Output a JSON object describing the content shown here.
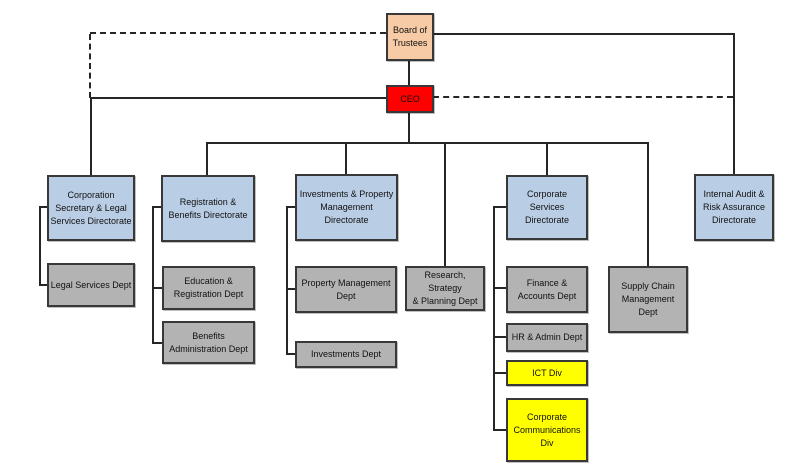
{
  "nodes": {
    "board": {
      "label": "Board of\nTrustees",
      "type": "board"
    },
    "ceo": {
      "label": "CEO",
      "type": "ceo"
    },
    "corpsec": {
      "label": "Corporation\nSecretary & Legal\nServices Directorate",
      "type": "directorate"
    },
    "legal": {
      "label": "Legal Services Dept",
      "type": "department"
    },
    "regben": {
      "label": "Registration &\nBenefits Directorate",
      "type": "directorate"
    },
    "edureg": {
      "label": "Education &\nRegistration Dept",
      "type": "department"
    },
    "benadmin": {
      "label": "Benefits\nAdministration Dept",
      "type": "department"
    },
    "invprop": {
      "label": "Investments & Property\nManagement\nDirectorate",
      "type": "directorate"
    },
    "propmgmt": {
      "label": "Property Management\nDept",
      "type": "department"
    },
    "invdept": {
      "label": "Investments Dept",
      "type": "department"
    },
    "research": {
      "label": "Research, Strategy\n& Planning Dept",
      "type": "department"
    },
    "corpserv": {
      "label": "Corporate\nServices\nDirectorate",
      "type": "directorate"
    },
    "finance": {
      "label": "Finance &\nAccounts Dept",
      "type": "department"
    },
    "hr": {
      "label": "HR & Admin Dept",
      "type": "department"
    },
    "ict": {
      "label": "ICT Div",
      "type": "division"
    },
    "corpcomm": {
      "label": "Corporate\nCommunications\nDiv",
      "type": "division"
    },
    "supply": {
      "label": "Supply Chain\nManagement\nDept",
      "type": "department"
    },
    "audit": {
      "label": "Internal Audit &\nRisk Assurance\nDirectorate",
      "type": "directorate"
    }
  },
  "colors": {
    "board": "#F6CBA6",
    "ceo": "#FE0000",
    "directorate": "#B9CDE5",
    "department": "#B3B3B3",
    "division": "#FFFF00",
    "line": "#262626"
  }
}
